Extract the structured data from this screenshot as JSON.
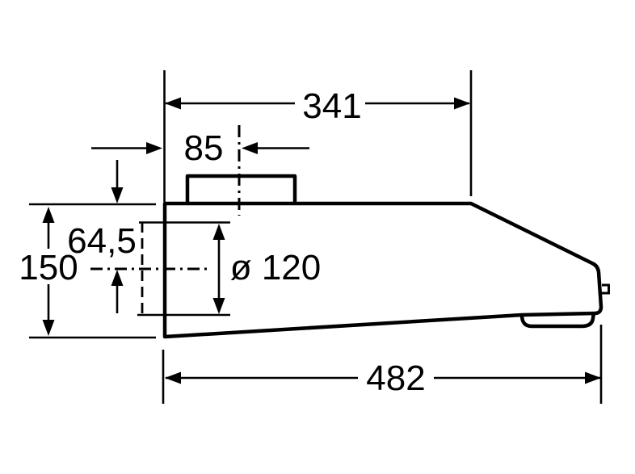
{
  "drawing": {
    "type": "technical-dimension-diagram",
    "subject": "cooker-hood-side-view",
    "unit": "mm",
    "colors": {
      "line": "#000000",
      "background": "#ffffff"
    },
    "labels": {
      "top_width": "341",
      "duct_center_offset": "85",
      "top_to_duct_center": "64,5",
      "body_height": "150",
      "duct_diameter": "ø 120",
      "bottom_depth": "482"
    }
  }
}
